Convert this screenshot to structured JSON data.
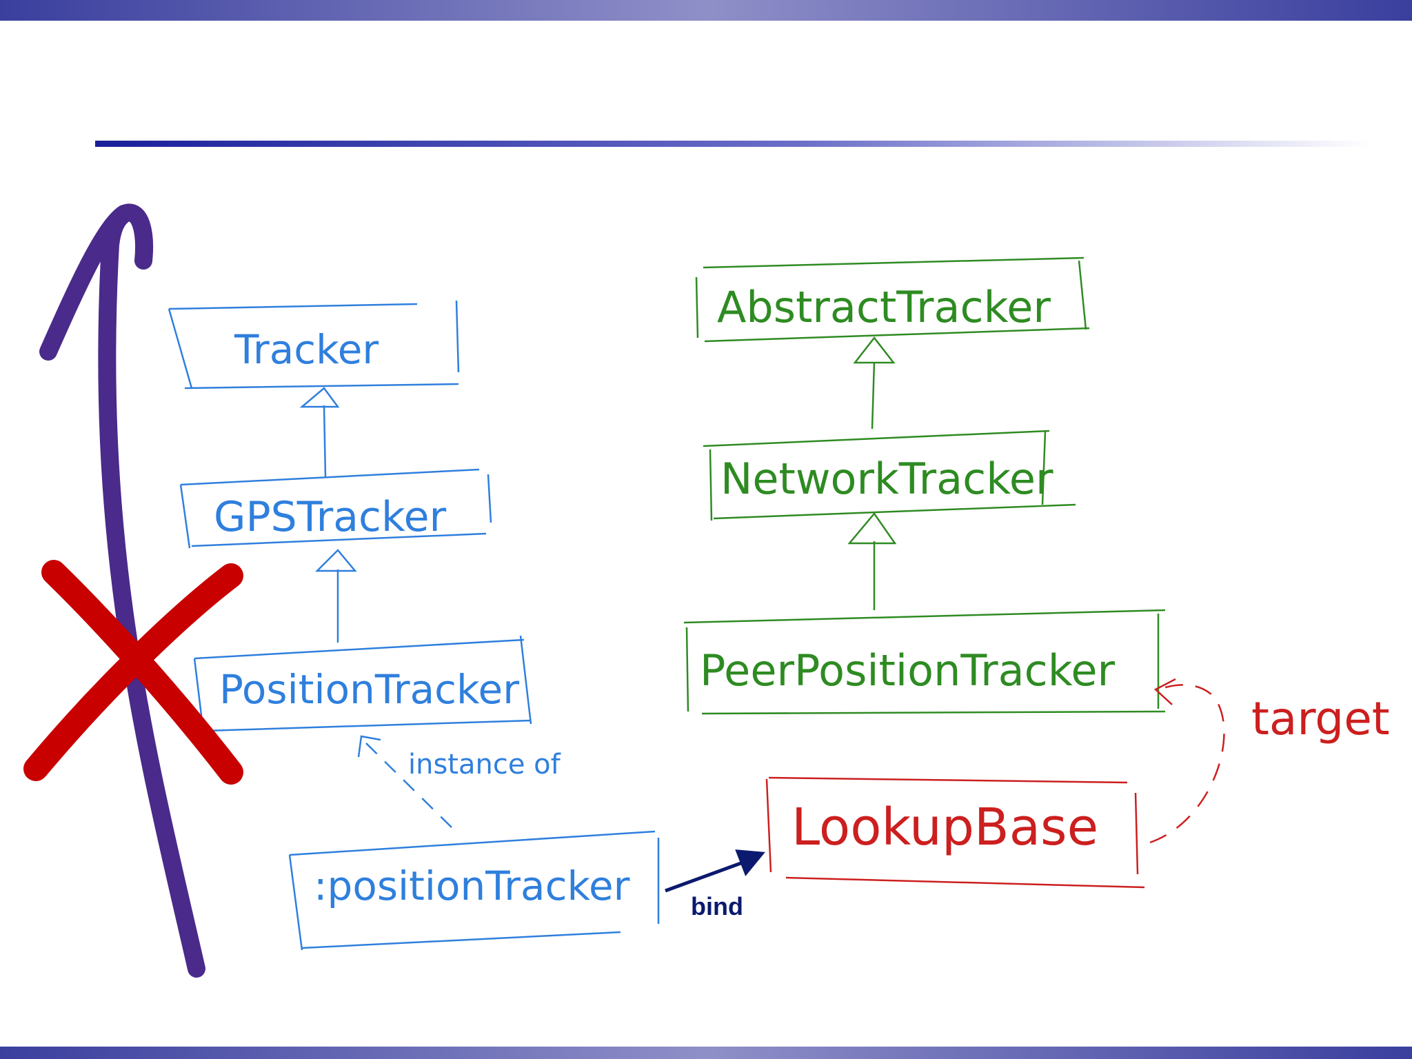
{
  "colors": {
    "blue": "#2f7fdd",
    "green": "#2e8b22",
    "red": "#cc1f1f",
    "purple": "#4a2a8a",
    "cross_red": "#c80000",
    "navy": "#0b1a6e",
    "band_dark": "#3a3f9e",
    "band_light": "#8f8fc8"
  },
  "left_hierarchy": {
    "tracker": "Tracker",
    "gps_tracker": "GPSTracker",
    "position_tracker": "PositionTracker",
    "instance": ":positionTracker",
    "instance_of_label": "instance of"
  },
  "right_hierarchy": {
    "abstract_tracker": "AbstractTracker",
    "network_tracker": "NetworkTracker",
    "peer_position_tracker": "PeerPositionTracker"
  },
  "lookup": {
    "lookup_base": "LookupBase",
    "target_label": "target"
  },
  "bind_label": "bind",
  "icons": {
    "up_arrow": "up-arrow-icon",
    "cross": "cross-mark-icon"
  }
}
